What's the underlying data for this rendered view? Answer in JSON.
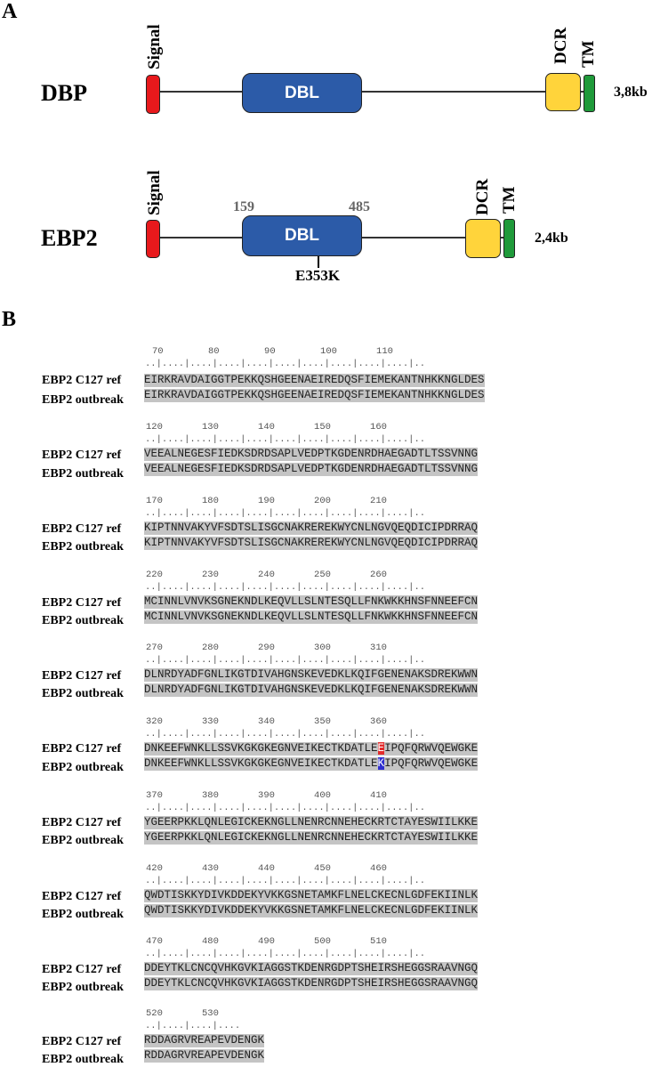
{
  "panels": {
    "a": "A",
    "b": "B"
  },
  "dbp": {
    "name": "DBP",
    "size": "3,8kb",
    "signal_label": "Signal",
    "dbl_label": "DBL",
    "dcr_label": "DCR",
    "tm_label": "TM",
    "colors": {
      "signal": "#e8191c",
      "dbl": "#2c5ba8",
      "dcr": "#ffd43b",
      "tm": "#1f9a3a"
    }
  },
  "ebp2": {
    "name": "EBP2",
    "size": "2,4kb",
    "signal_label": "Signal",
    "dbl_label": "DBL",
    "dcr_label": "DCR",
    "tm_label": "TM",
    "dbl_start": "159",
    "dbl_end": "485",
    "mutation": "E353K"
  },
  "alignment": {
    "ref_label": "EBP2 C127 ref",
    "outbreak_label": "EBP2 outbreak",
    "highlight": {
      "ref_residue": "E",
      "outbreak_residue": "K",
      "ref_color": "#e32b2b",
      "outbreak_color": "#2f2fcf"
    },
    "blocks": [
      {
        "ruler_nums": "70        80        90        100       110",
        "ruler_ticks": "..|....|....|....|....|....|....|....|....|....|..",
        "ref": "EIRKRAVDAIGGTPEKKQSHGEENAEIREDQSFIEMEKANTNHKKNGLDES",
        "outbreak": "EIRKRAVDAIGGTPEKKQSHGEENAEIREDQSFIEMEKANTNHKKNGLDES"
      },
      {
        "ruler_nums": "120       130       140       150       160",
        "ruler_ticks": "..|....|....|....|....|....|....|....|....|....|..",
        "ref": "VEEALNEGESFIEDKSDRDSAPLVEDPTKGDENRDHAEGADTLTSSVNNG",
        "outbreak": "VEEALNEGESFIEDKSDRDSAPLVEDPTKGDENRDHAEGADTLTSSVNNG"
      },
      {
        "ruler_nums": "170       180       190       200       210",
        "ruler_ticks": "..|....|....|....|....|....|....|....|....|....|..",
        "ref": "KIPTNNVAKYVFSDTSLISGCNAKREREKWYCNLNGVQEQDICIPDRRAQ",
        "outbreak": "KIPTNNVAKYVFSDTSLISGCNAKREREKWYCNLNGVQEQDICIPDRRAQ"
      },
      {
        "ruler_nums": "220       230       240       250       260",
        "ruler_ticks": "..|....|....|....|....|....|....|....|....|....|..",
        "ref": "MCINNLVNVKSGNEKNDLKEQVLLSLNTESQLLFNKWKKHNSFNNEEFCN",
        "outbreak": "MCINNLVNVKSGNEKNDLKEQVLLSLNTESQLLFNKWKKHNSFNNEEFCN"
      },
      {
        "ruler_nums": "270       280       290       300       310",
        "ruler_ticks": "..|....|....|....|....|....|....|....|....|....|..",
        "ref": "DLNRDYADFGNLIKGTDIVAHGNSKEVEDKLKQIFGENENAKSDREKWWN",
        "outbreak": "DLNRDYADFGNLIKGTDIVAHGNSKEVEDKLKQIFGENENAKSDREKWWN"
      },
      {
        "ruler_nums": "320       330       340       350       360",
        "ruler_ticks": "..|....|....|....|....|....|....|....|....|....|..",
        "ref_pre": "DNKEEFWNKLLSSVKGKGKEGNVEIKECTKDATLE",
        "ref_post": "IPQFQRWVQEWGKE",
        "outbreak_pre": "DNKEEFWNKLLSSVKGKGKEGNVEIKECTKDATLE",
        "outbreak_post": "IPQFQRWVQEWGKE"
      },
      {
        "ruler_nums": "370       380       390       400       410",
        "ruler_ticks": "..|....|....|....|....|....|....|....|....|....|..",
        "ref": "YGEERPKKLQNLEGICKEKNGLLNENRCNNEHECKRTCTAYESWIILKKE",
        "outbreak": "YGEERPKKLQNLEGICKEKNGLLNENRCNNEHECKRTCTAYESWIILKKE"
      },
      {
        "ruler_nums": "420       430       440       450       460",
        "ruler_ticks": "..|....|....|....|....|....|....|....|....|....|..",
        "ref": "QWDTISKKYDIVKDDEKYVKKGSNETAMKFLNELCKECNLGDFEKIINLK",
        "outbreak": "QWDTISKKYDIVKDDEKYVKKGSNETAMKFLNELCKECNLGDFEKIINLK"
      },
      {
        "ruler_nums": "470       480       490       500       510",
        "ruler_ticks": "..|....|....|....|....|....|....|....|....|....|..",
        "ref": "DDEYTKLCNCQVHKGVKIAGGSTKDENRGDPTSHEIRSHEGGSRAAVNGQ",
        "outbreak": "DDEYTKLCNCQVHKGVKIAGGSTKDENRGDPTSHEIRSHEGGSRAAVNGQ"
      },
      {
        "ruler_nums": "520       530",
        "ruler_ticks": "..|....|....|....",
        "ref": "RDDAGRVREAPEVDENGK",
        "outbreak": "RDDAGRVREAPEVDENGK"
      }
    ]
  }
}
